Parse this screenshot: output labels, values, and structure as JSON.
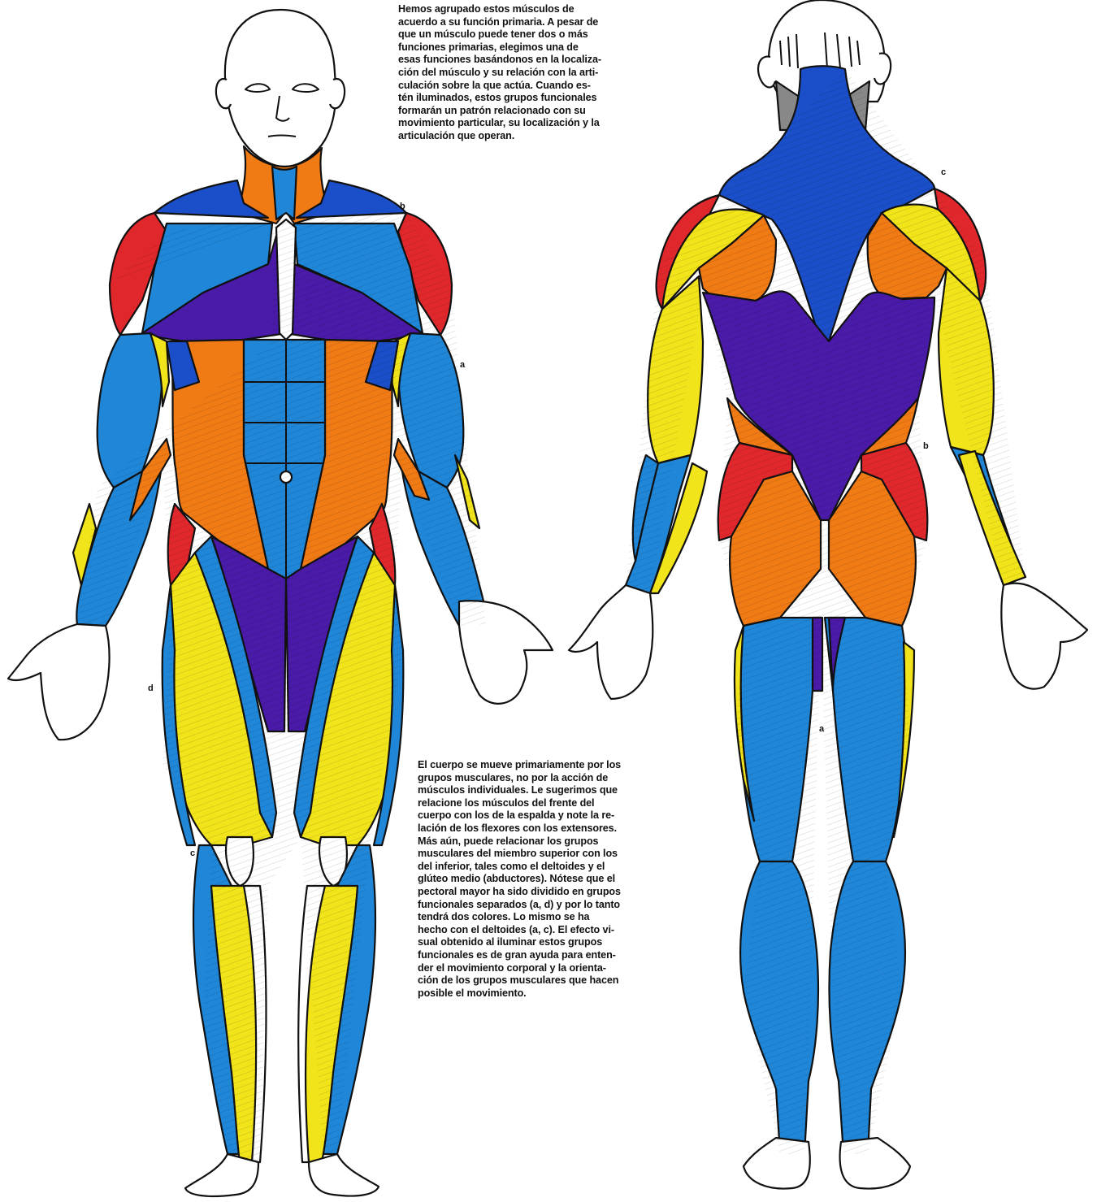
{
  "colors": {
    "blue": "#1f86d8",
    "dark_blue": "#1a4fc9",
    "purple": "#4a1aa8",
    "orange": "#f07a14",
    "yellow": "#f2e41a",
    "red": "#e0282c",
    "outline": "#111111",
    "skin": "#ffffff"
  },
  "captions": {
    "top": [
      "Hemos agrupado estos músculos de",
      "acuerdo a su función primaria. A pesar de",
      "que un músculo puede tener dos o más",
      "funciones primarias, elegimos una de",
      "esas funciones basándonos en la localiza-",
      "ción del músculo y su relación con la arti-",
      "culación sobre la que actúa. Cuando es-",
      "tén iluminados, estos grupos funcionales",
      "formarán un patrón relacionado con su",
      "movimiento particular, su localización y la",
      "articulación que operan."
    ],
    "bottom": [
      "El cuerpo se mueve primariamente por los",
      "grupos musculares, no por la acción de",
      "músculos individuales. Le sugerimos que",
      "relacione los músculos del frente del",
      "cuerpo con los de la espalda y note la re-",
      "lación de los flexores con los extensores.",
      "Más aún, puede relacionar los grupos",
      "musculares del miembro superior con los",
      "del inferior, tales como el deltoides y el",
      "glúteo medio (abductores). Nótese que el",
      "pectoral mayor ha sido dividido en grupos",
      "funcionales separados (a, d) y por lo tanto",
      "tendrá dos colores. Lo mismo se ha",
      "hecho con el deltoides (a, c). El efecto vi-",
      "sual obtenido al iluminar estos grupos",
      "funcionales es de gran ayuda para enten-",
      "der el movimiento corporal y la orienta-",
      "ción de los grupos musculares que hacen",
      "posible el movimiento."
    ]
  },
  "labels": {
    "front_a": "a",
    "front_b": "b",
    "front_c": "c",
    "front_d": "d",
    "back_a": "a",
    "back_b": "b",
    "back_c": "c"
  }
}
